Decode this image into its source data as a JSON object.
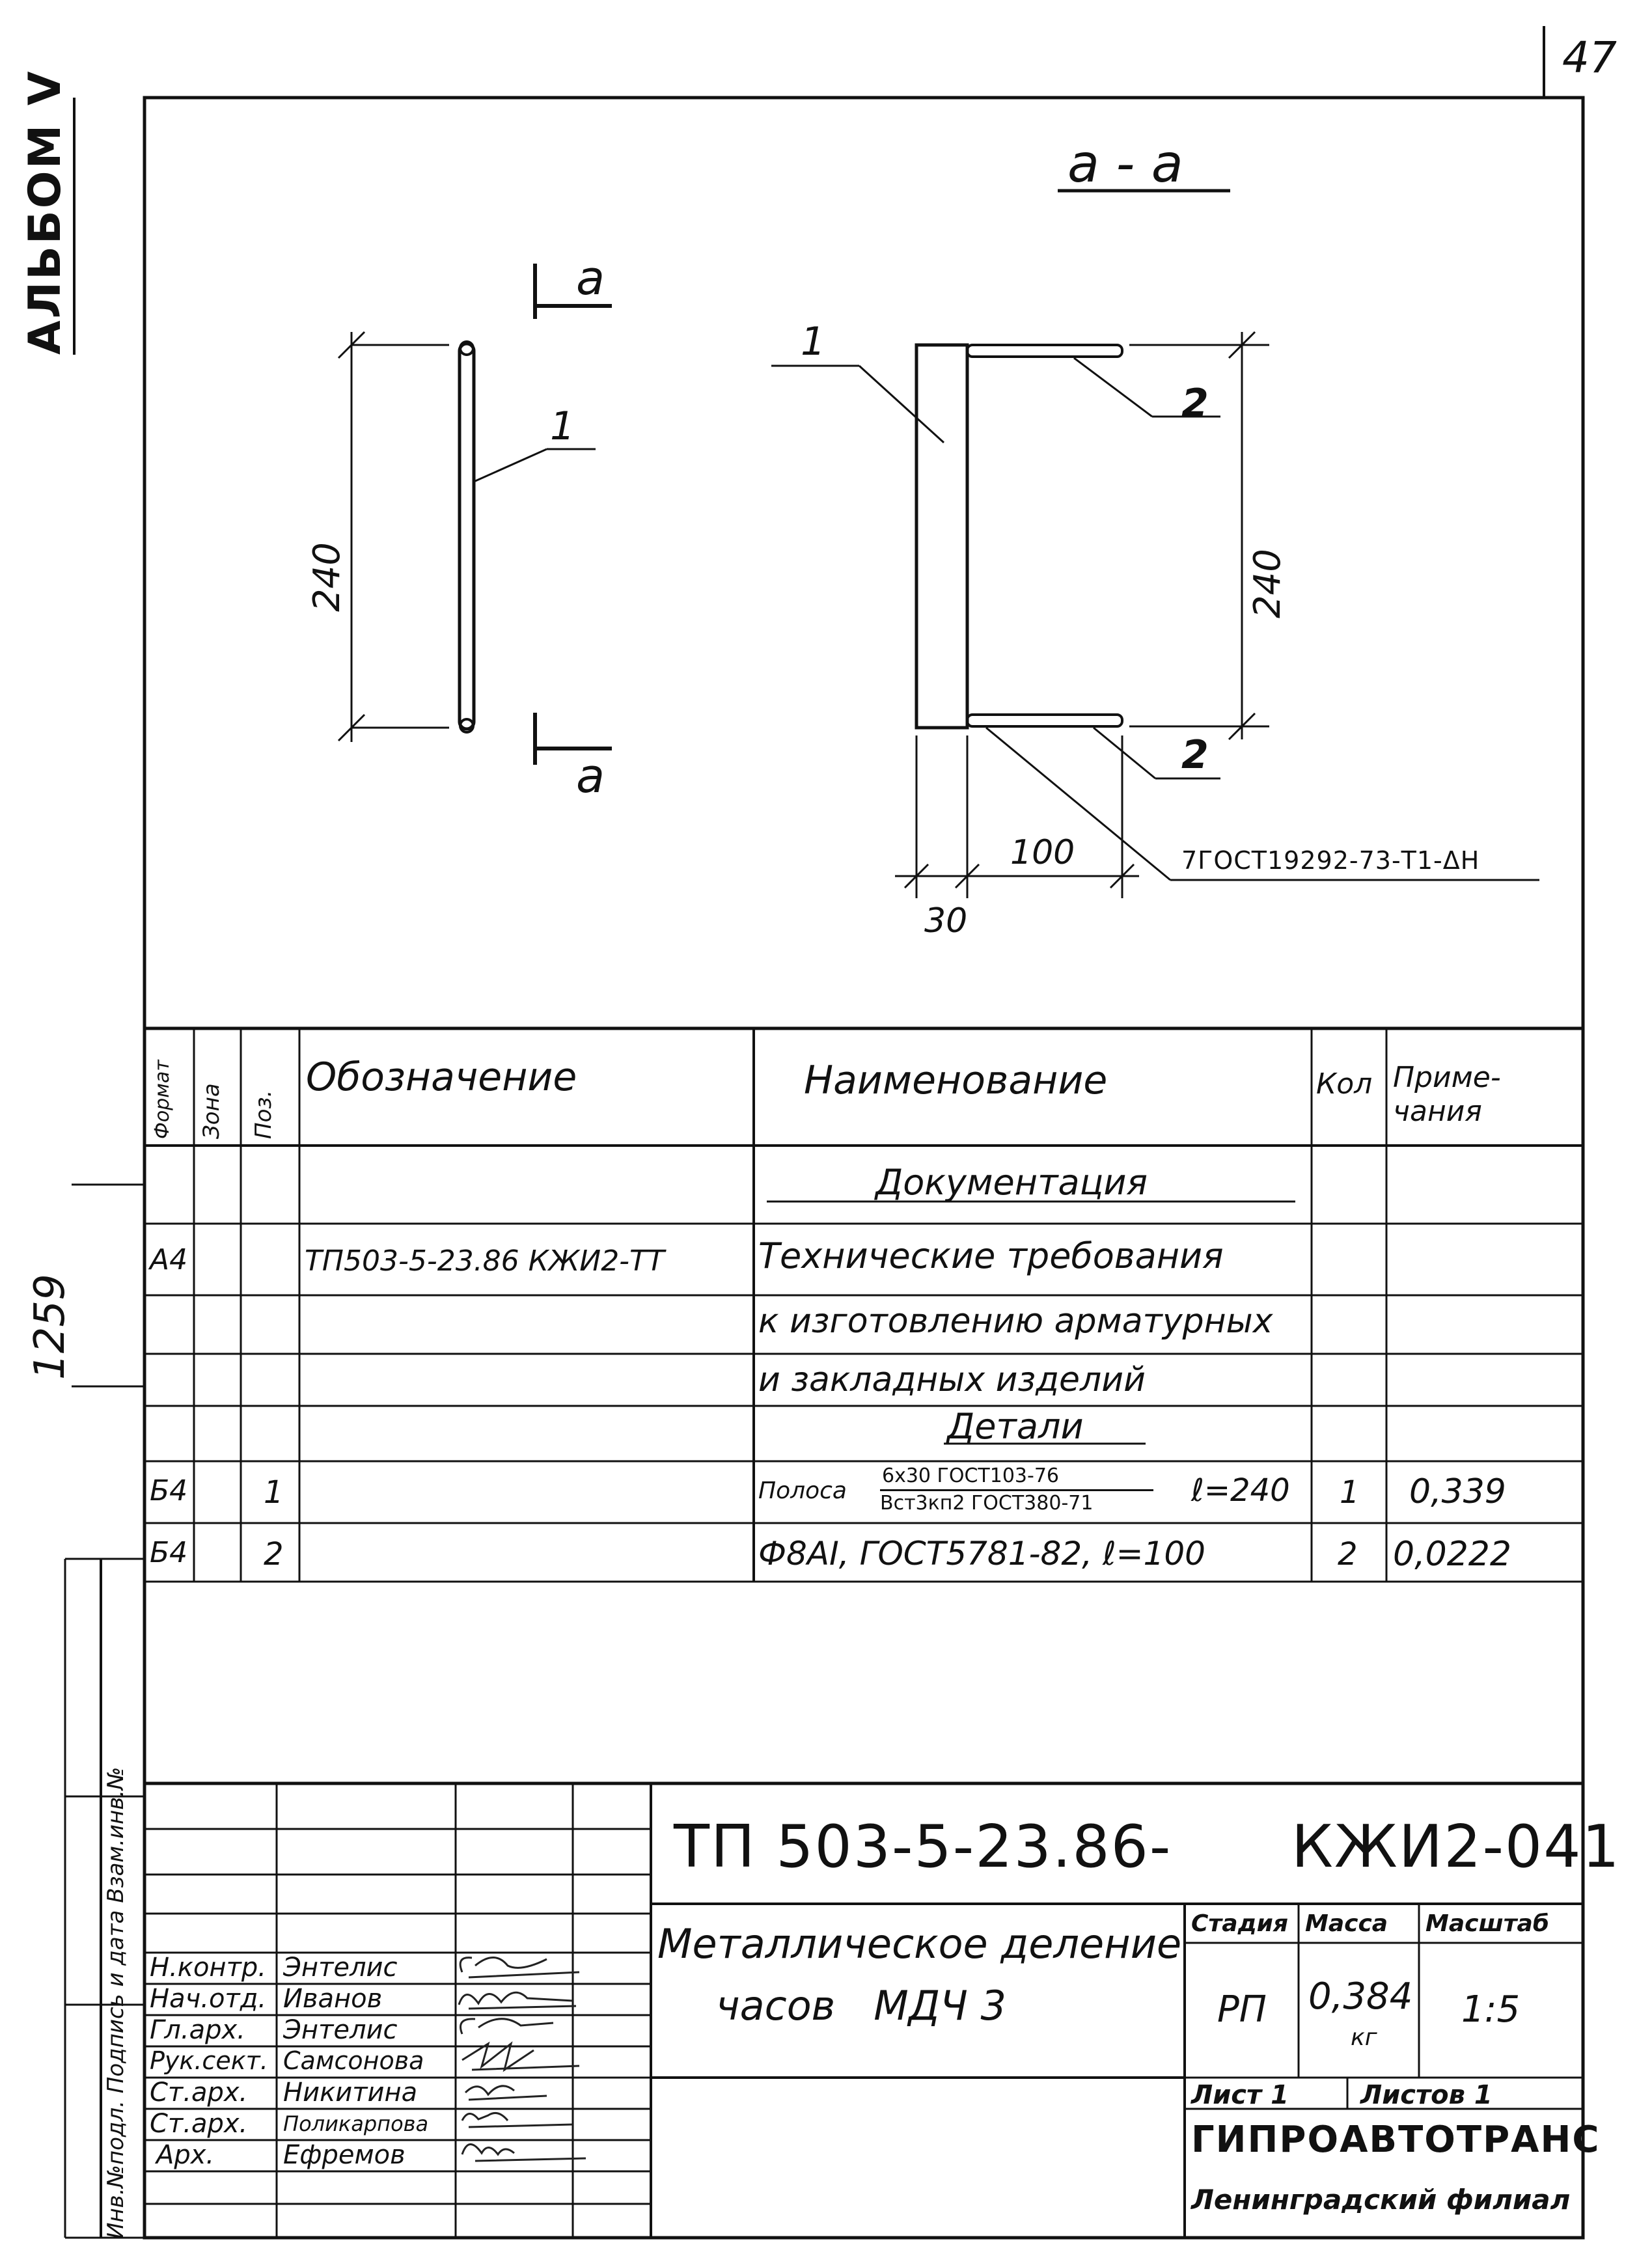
{
  "sheet_number": "47",
  "album_label": "АЛЬБОМ V",
  "side_number": "1259",
  "side_stamp": "Инв.№подл.   Подпись и дата   Взам.инв.№",
  "drawing": {
    "section_title": "a - a",
    "section_mark": "a",
    "dim_height_left": "240",
    "dim_height_right": "240",
    "dim_100": "100",
    "dim_30": "30",
    "pos1": "1",
    "pos1_section": "1",
    "pos2_top": "2",
    "pos2_bottom": "2",
    "weld_note": "7ГОСТ19292-73-Т1-ΔН"
  },
  "spec_table": {
    "headers": {
      "format": "Формат",
      "zone": "Зона",
      "pos": "Поз.",
      "designation": "Обозначение",
      "name": "Наименование",
      "qty": "Кол",
      "notes": "Приме-\nчания"
    },
    "section_docs": "Документация",
    "doc_format": "А4",
    "doc_designation": "ТП503-5-23.86    КЖИ2-ТТ",
    "doc_name_1": "Технические требования",
    "doc_name_2": "к изготовлению арматурных",
    "doc_name_3": "и закладных изделий",
    "section_details": "Детали",
    "row1": {
      "format": "Б4",
      "pos": "1",
      "name_prefix": "Полоса",
      "name_num": "6x30 ГОСТ103-76",
      "name_den": "Вст3кп2 ГОСТ380-71",
      "name_suffix": "ℓ=240",
      "qty": "1",
      "note": "0,339"
    },
    "row2": {
      "format": "Б4",
      "pos": "2",
      "name": "Ф8АI, ГОСТ5781-82, ℓ=100",
      "qty": "2",
      "note": "0,0222"
    }
  },
  "title_block": {
    "code": "ТП 503-5-23.86-      КЖИ2-041",
    "description_1": "Металлическое деление",
    "description_2": "часов   МДЧ 3",
    "stage_label": "Стадия",
    "mass_label": "Масса",
    "scale_label": "Масштаб",
    "stage": "РП",
    "mass": "0,384",
    "mass_unit": "кг",
    "scale": "1:5",
    "sheet": "Лист 1",
    "sheets": "Листов 1",
    "org_1": "ГИПРОАВТОТРАНС",
    "org_2": "Ленинградский филиал",
    "signatures": [
      {
        "role": "Н.контр.",
        "name": "Энтелис"
      },
      {
        "role": "Нач.отд.",
        "name": "Иванов"
      },
      {
        "role": "Гл.арх.",
        "name": "Энтелис"
      },
      {
        "role": "Рук.сект.",
        "name": "Самсонова"
      },
      {
        "role": "Ст.арх.",
        "name": "Никитина"
      },
      {
        "role": "Ст.арх.",
        "name": "Поликарпова"
      },
      {
        "role": "Арх.",
        "name": "Ефремов"
      }
    ]
  }
}
